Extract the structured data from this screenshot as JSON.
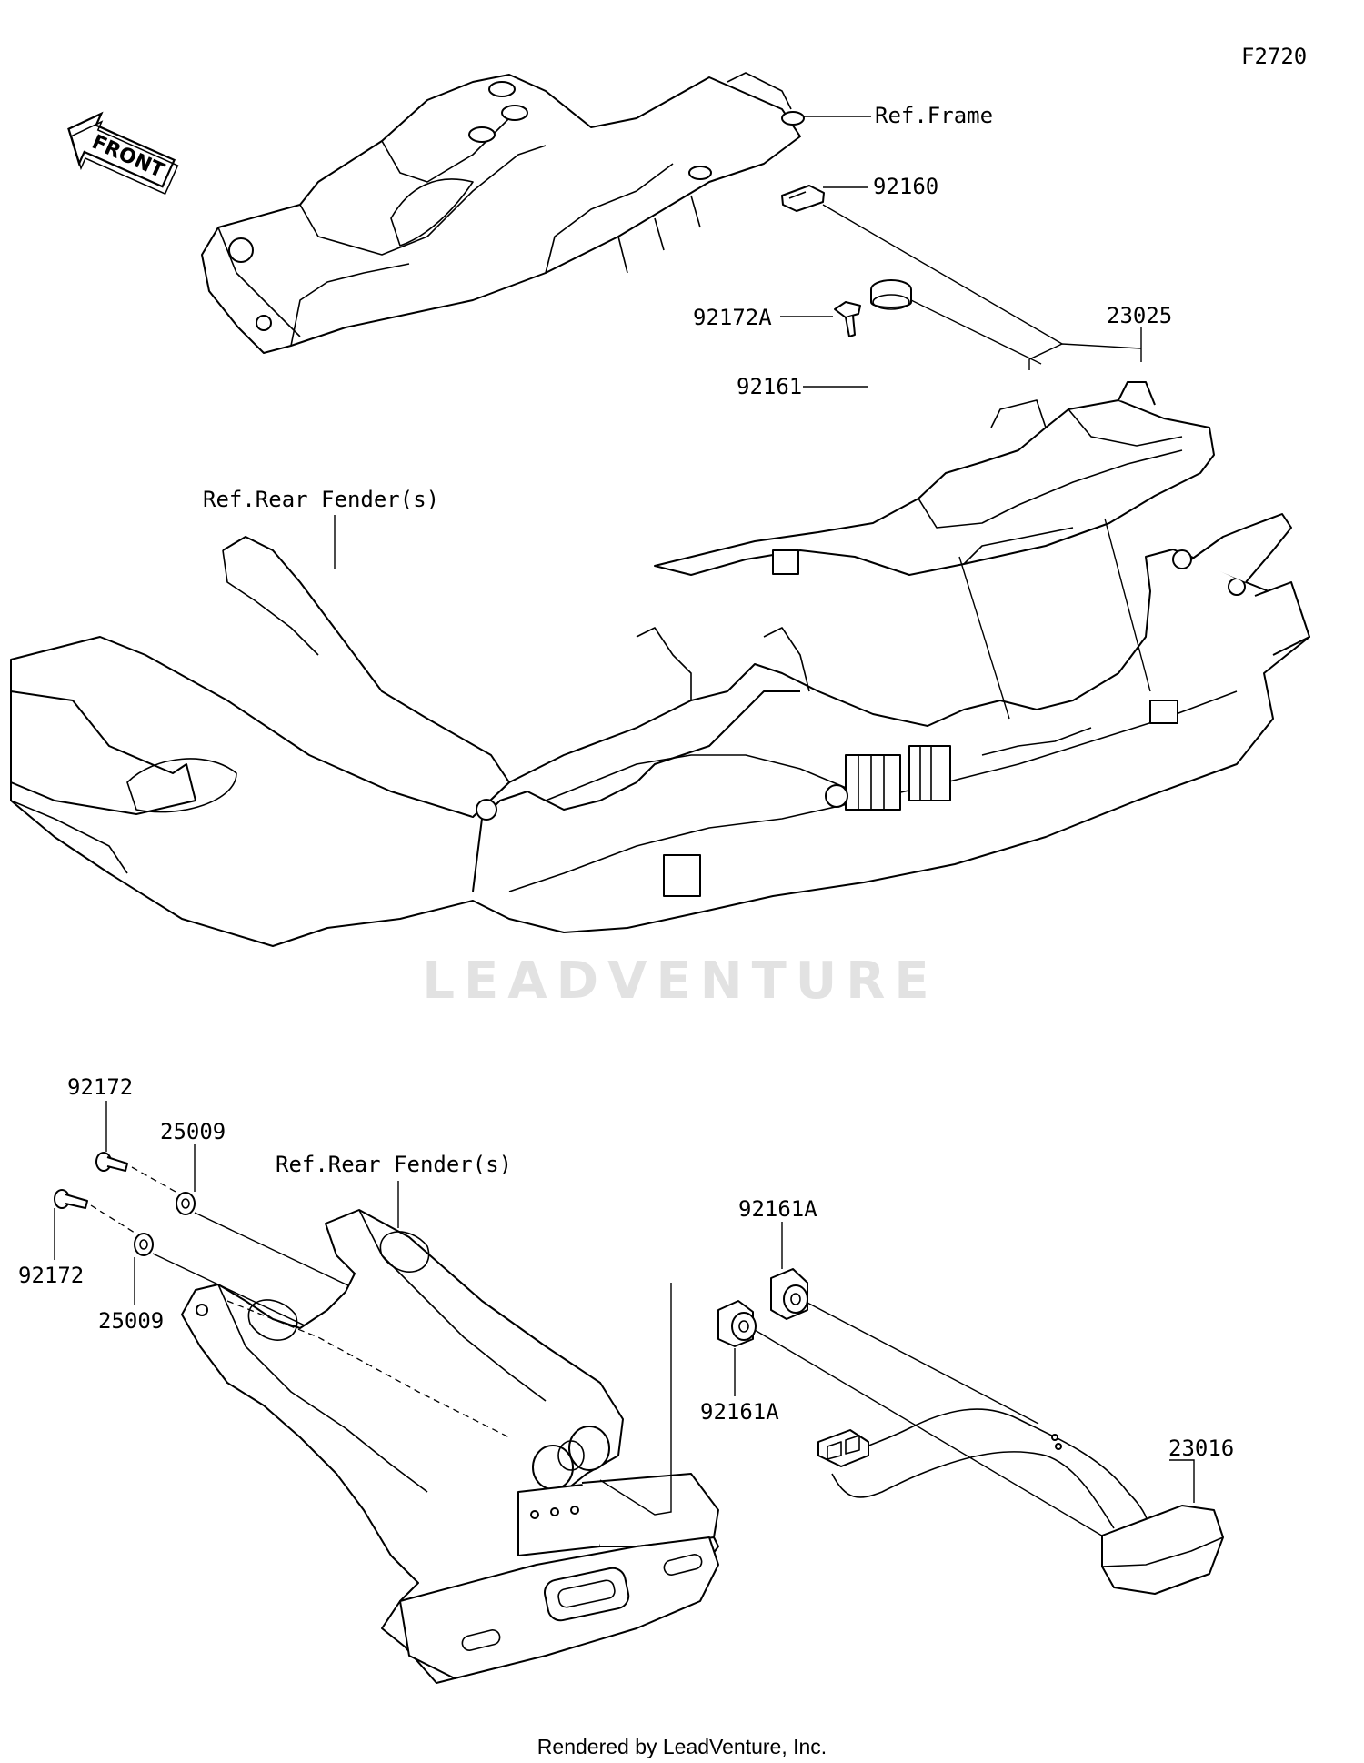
{
  "diagram_code": "F2720",
  "front_arrow_label": "FRONT",
  "watermark": "LEADVENTURE",
  "footer": "Rendered by LeadVenture, Inc.",
  "callouts": {
    "ref_frame": "Ref.Frame",
    "p92160": "92160",
    "p92172A": "92172A",
    "p23025": "23025",
    "p92161": "92161",
    "ref_rear_fender_top": "Ref.Rear Fender(s)",
    "p92172_a": "92172",
    "p25009_a": "25009",
    "ref_rear_fender_bottom": "Ref.Rear Fender(s)",
    "p92161A_a": "92161A",
    "p92172_b": "92172",
    "p25009_b": "25009",
    "p92161A_b": "92161A",
    "p23016": "23016"
  }
}
